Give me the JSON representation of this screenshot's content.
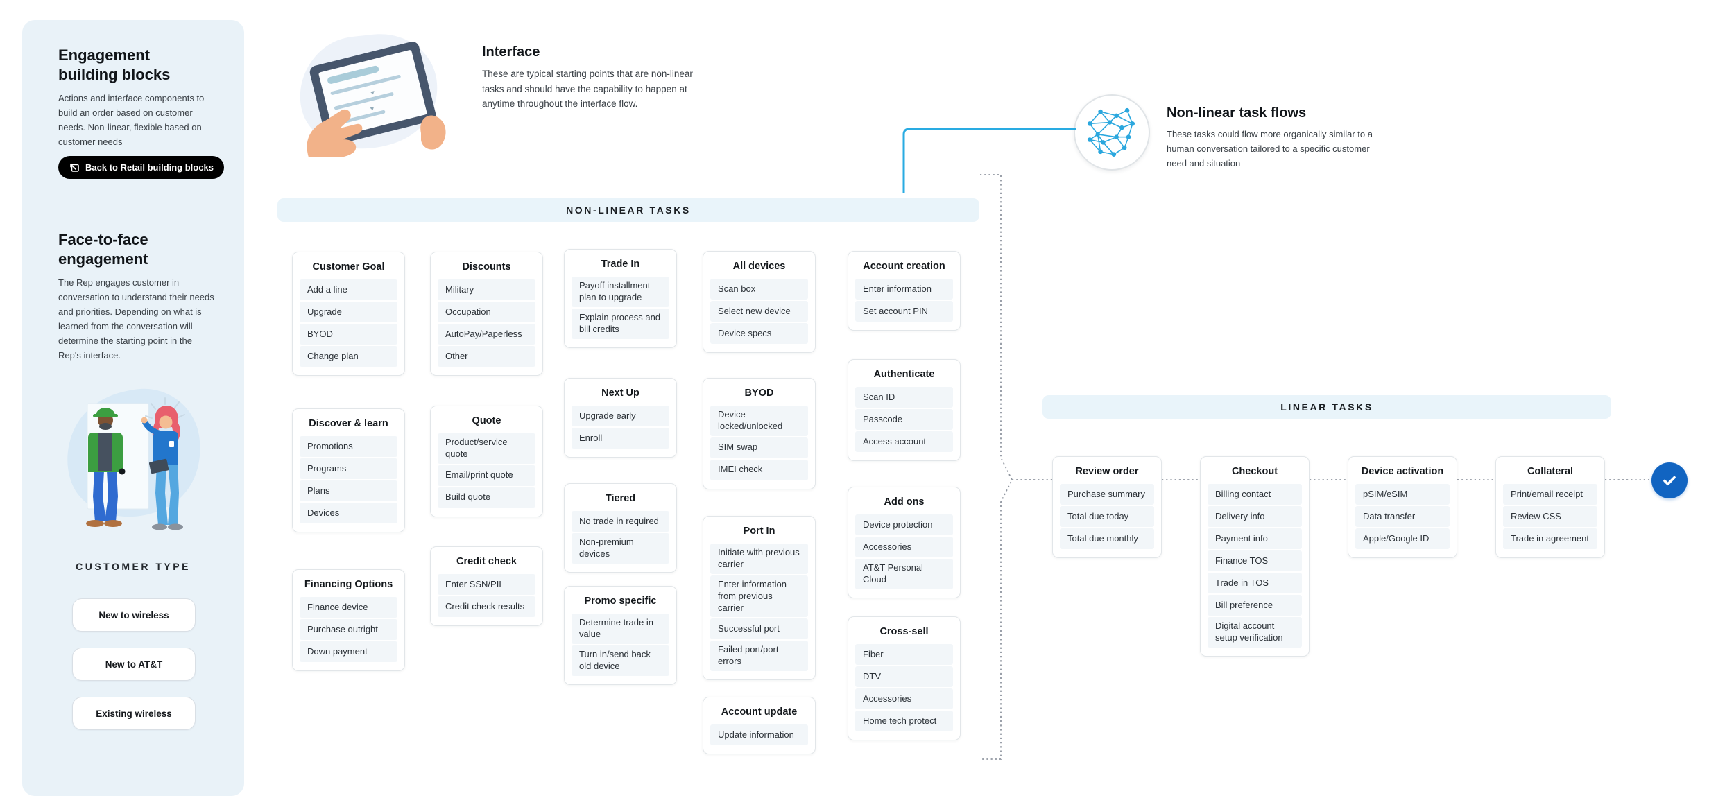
{
  "sidebar": {
    "title": "Engagement building blocks",
    "description": "Actions and interface components to build an order based on customer needs. Non-linear, flexible based on customer needs",
    "back_button": "Back to Retail building blocks",
    "section2_title": "Face-to-face engagement",
    "section2_description": "The Rep engages customer in conversation to understand their needs and priorities. Depending on what is learned from the conversation will determine the starting point in the Rep's interface.",
    "customer_type_label": "CUSTOMER TYPE",
    "customer_types": [
      "New to wireless",
      "New to AT&T",
      "Existing wireless"
    ]
  },
  "interface_intro": {
    "title": "Interface",
    "description": "These are typical starting points that are non-linear tasks and should have the capability to happen at anytime throughout the interface flow."
  },
  "nonlinear_intro": {
    "title": "Non-linear task flows",
    "description": "These tasks could flow more organically similar to a human conversation tailored to a specific customer need and situation"
  },
  "nonlinear": {
    "banner": "NON-LINEAR TASKS",
    "columns": [
      {
        "cards": [
          {
            "title": "Customer Goal",
            "items": [
              "Add a line",
              "Upgrade",
              "BYOD",
              "Change plan"
            ]
          },
          {
            "title": "Discover & learn",
            "items": [
              "Promotions",
              "Programs",
              "Plans",
              "Devices"
            ]
          },
          {
            "title": "Financing Options",
            "items": [
              "Finance device",
              "Purchase outright",
              "Down payment"
            ]
          }
        ]
      },
      {
        "cards": [
          {
            "title": "Discounts",
            "items": [
              "Military",
              "Occupation",
              "AutoPay/Paperless",
              "Other"
            ]
          },
          {
            "title": "Quote",
            "items": [
              "Product/service quote",
              "Email/print quote",
              "Build quote"
            ]
          },
          {
            "title": "Credit check",
            "items": [
              "Enter SSN/PII",
              "Credit check results"
            ]
          }
        ]
      },
      {
        "cards": [
          {
            "title": "Trade In",
            "items": [
              "Payoff installment plan to upgrade",
              "Explain process and bill credits"
            ]
          },
          {
            "title": "Next Up",
            "items": [
              "Upgrade early",
              "Enroll"
            ]
          },
          {
            "title": "Tiered",
            "items": [
              "No trade in required",
              "Non-premium devices"
            ]
          },
          {
            "title": "Promo specific",
            "items": [
              "Determine trade in value",
              "Turn in/send back old device"
            ]
          }
        ]
      },
      {
        "cards": [
          {
            "title": "All devices",
            "items": [
              "Scan box",
              "Select new device",
              "Device specs"
            ]
          },
          {
            "title": "BYOD",
            "items": [
              "Device locked/unlocked",
              "SIM swap",
              "IMEI check"
            ]
          },
          {
            "title": "Port In",
            "items": [
              "Initiate with previous carrier",
              "Enter information from previous carrier",
              "Successful port",
              "Failed port/port errors"
            ]
          },
          {
            "title": "Account update",
            "items": [
              "Update information"
            ]
          }
        ]
      },
      {
        "cards": [
          {
            "title": "Account creation",
            "items": [
              "Enter information",
              "Set account PIN"
            ]
          },
          {
            "title": "Authenticate",
            "items": [
              "Scan ID",
              "Passcode",
              "Access account"
            ]
          },
          {
            "title": "Add ons",
            "items": [
              "Device protection",
              "Accessories",
              "AT&T Personal Cloud"
            ]
          },
          {
            "title": "Cross-sell",
            "items": [
              "Fiber",
              "DTV",
              "Accessories",
              "Home tech protect"
            ]
          }
        ]
      }
    ]
  },
  "linear": {
    "banner": "LINEAR TASKS",
    "cards": [
      {
        "title": "Review order",
        "items": [
          "Purchase summary",
          "Total due today",
          "Total due monthly"
        ]
      },
      {
        "title": "Checkout",
        "items": [
          "Billing contact",
          "Delivery info",
          "Payment info",
          "Finance TOS",
          "Trade in TOS",
          "Bill preference",
          "Digital account setup verification"
        ]
      },
      {
        "title": "Device activation",
        "items": [
          "pSIM/eSIM",
          "Data transfer",
          "Apple/Google ID"
        ]
      },
      {
        "title": "Collateral",
        "items": [
          "Print/email receipt",
          "Review CSS",
          "Trade in agreement"
        ]
      }
    ]
  },
  "icons": {
    "back_button_icon": "return-box-arrow",
    "nonlinear_icon": "network-graph",
    "complete_icon": "checkmark"
  },
  "colors": {
    "accent_line": "#29abe2",
    "network_icon": "#2aa7de",
    "check_circle_bg": "#1164c1",
    "sidebar_bg": "#e9f2f8",
    "banner_bg": "#e9f4fa",
    "item_bg": "#f2f6f9"
  }
}
